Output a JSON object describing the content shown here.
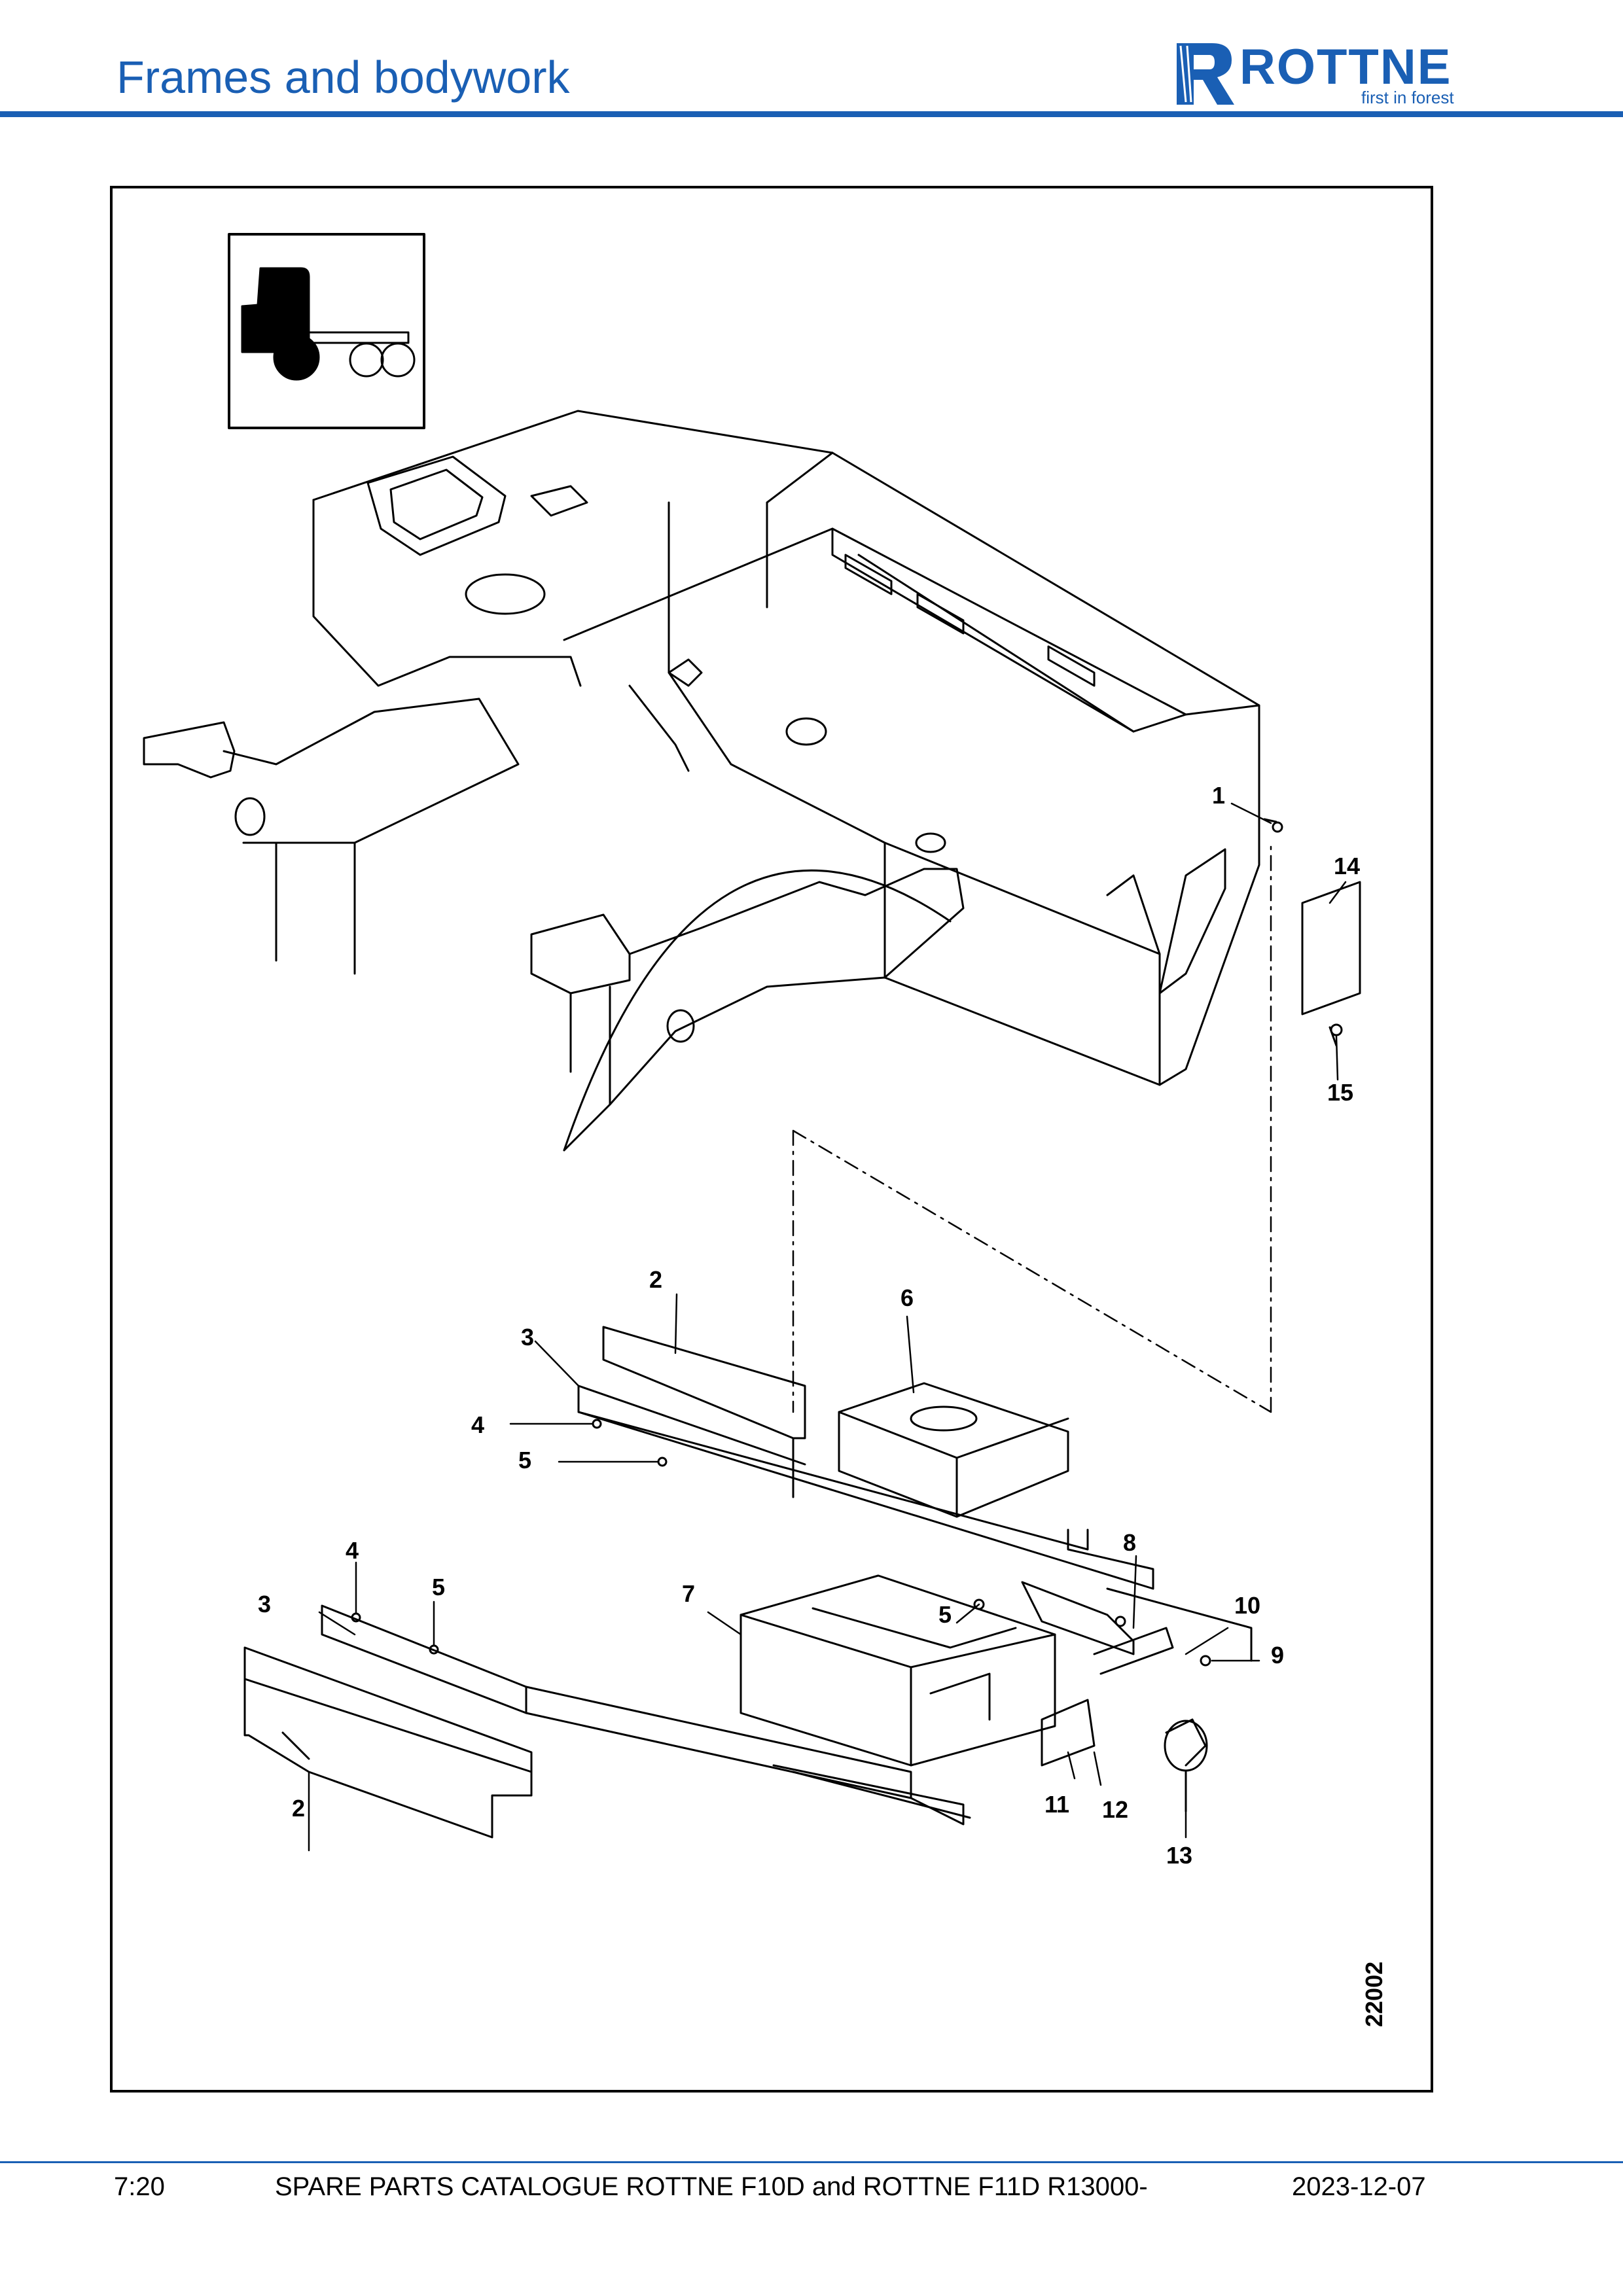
{
  "header": {
    "title": "Frames and bodywork",
    "logo_wordmark": "ROTTNE",
    "logo_tagline": "first in forest",
    "brand_color": "#1a5fb4"
  },
  "figure": {
    "drawing_number": "22002",
    "callouts": [
      "1",
      "14",
      "15",
      "2",
      "6",
      "3",
      "4",
      "5",
      "8",
      "4",
      "5",
      "3",
      "7",
      "5",
      "10",
      "9",
      "11",
      "12",
      "13",
      "2"
    ]
  },
  "footer": {
    "page": "7:20",
    "catalogue": "SPARE PARTS CATALOGUE ROTTNE F10D and ROTTNE F11D R13000-",
    "date": "2023-12-07"
  }
}
